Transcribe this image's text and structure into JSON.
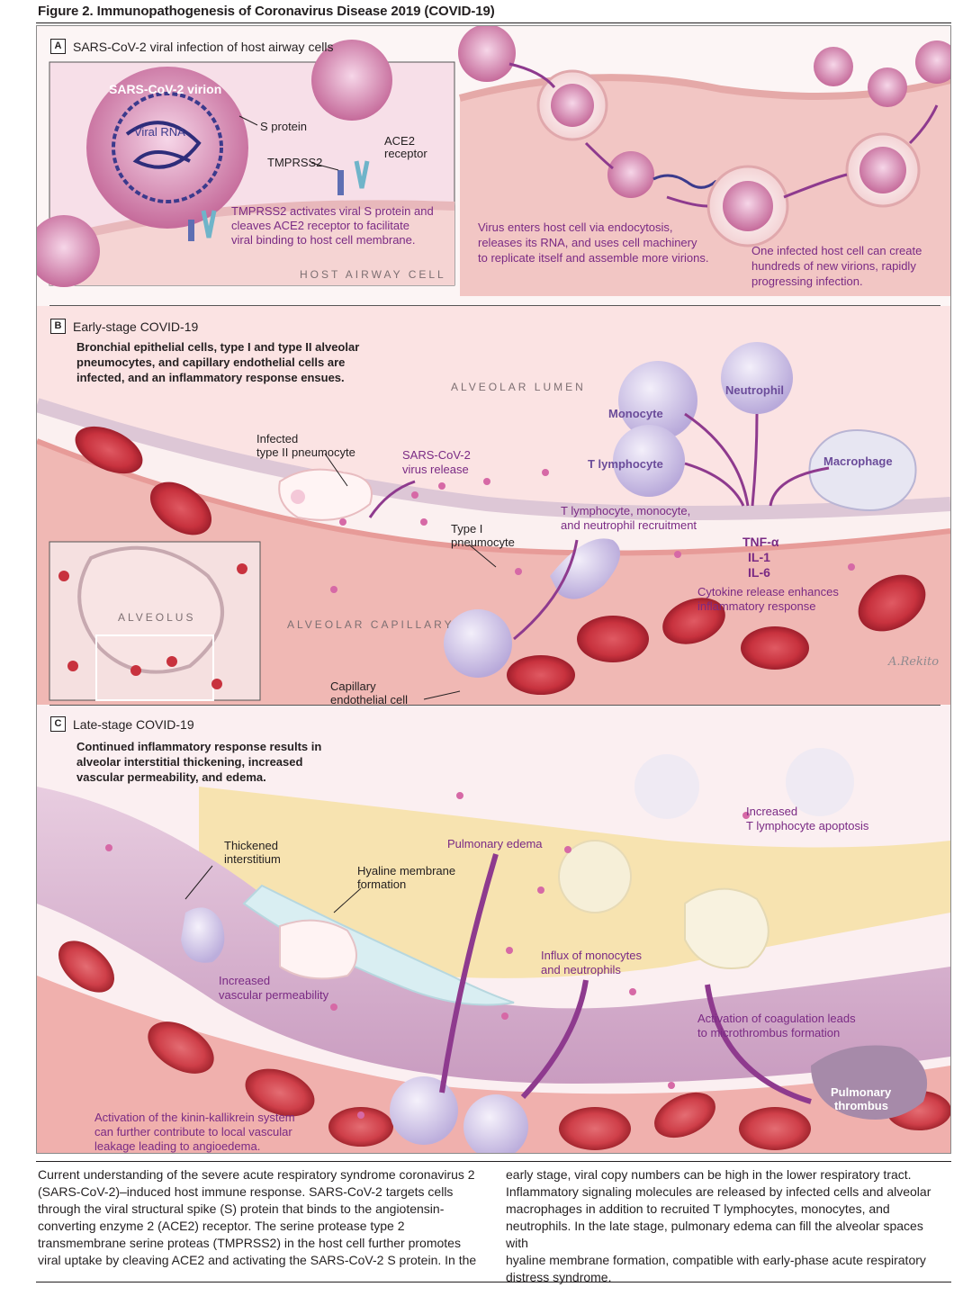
{
  "figure": {
    "title": "Figure 2. Immunopathogenesis of Coronavirus Disease 2019 (COVID-19)"
  },
  "panel_a": {
    "letter": "A",
    "title": "SARS-CoV-2 viral infection of host airway cells",
    "inset": {
      "virion": "SARS-CoV-2 virion",
      "viral_rna": "Viral RNA",
      "s_protein": "S protein",
      "tmprss2": "TMPRSS2",
      "ace2_line1": "ACE2",
      "ace2_line2": "receptor",
      "note_line1": "TMPRSS2 activates viral S protein and",
      "note_line2": "cleaves ACE2 receptor to facilitate",
      "note_line3": "viral binding to host cell membrane.",
      "host_cell": "HOST AIRWAY CELL"
    },
    "entry_line1": "Virus enters host cell via endocytosis,",
    "entry_line2": "releases its RNA, and uses cell machinery",
    "entry_line3": "to replicate itself and assemble more virions.",
    "spread_line1": "One infected host cell can create",
    "spread_line2": "hundreds of new virions, rapidly",
    "spread_line3": "progressing infection."
  },
  "panel_b": {
    "letter": "B",
    "title": "Early-stage COVID-19",
    "intro_line1": "Bronchial epithelial cells, type I and type II alveolar",
    "intro_line2": "pneumocytes, and capillary endothelial cells are",
    "intro_line3": "infected, and an inflammatory response ensues.",
    "lumen": "ALVEOLAR LUMEN",
    "monocyte": "Monocyte",
    "neutrophil": "Neutrophil",
    "t_lymphocyte": "T lymphocyte",
    "macrophage": "Macrophage",
    "infected_line1": "Infected",
    "infected_line2": "type II pneumocyte",
    "release_line1": "SARS-CoV-2",
    "release_line2": "virus release",
    "type1_line1": "Type I",
    "type1_line2": "pneumocyte",
    "recruit_line1": "T lymphocyte, monocyte,",
    "recruit_line2": "and neutrophil recruitment",
    "tnf": "TNF-α",
    "il1": "IL-1",
    "il6": "IL-6",
    "cytokine_line1": "Cytokine release enhances",
    "cytokine_line2": "inflammatory response",
    "alveolus": "ALVEOLUS",
    "capillary": "ALVEOLAR CAPILLARY",
    "endo_line1": "Capillary",
    "endo_line2": "endothelial cell",
    "signature": "A.Rekito"
  },
  "panel_c": {
    "letter": "C",
    "title": "Late-stage COVID-19",
    "intro_line1": "Continued inflammatory response results in",
    "intro_line2": "alveolar interstitial thickening, increased",
    "intro_line3": "vascular permeability, and edema.",
    "thick_line1": "Thickened",
    "thick_line2": "interstitium",
    "edema": "Pulmonary edema",
    "hyaline_line1": "Hyaline membrane",
    "hyaline_line2": "formation",
    "apop_line1": "Increased",
    "apop_line2": "T lymphocyte apoptosis",
    "perm_line1": "Increased",
    "perm_line2": "vascular permeability",
    "influx_line1": "Influx of monocytes",
    "influx_line2": "and neutrophils",
    "coag_line1": "Activation of coagulation leads",
    "coag_line2": "to microthrombus formation",
    "thrombus_line1": "Pulmonary",
    "thrombus_line2": "thrombus",
    "kinin_line1": "Activation of the kinin-kallikrein system",
    "kinin_line2": "can further contribute to local vascular",
    "kinin_line3": "leakage leading to angioedema."
  },
  "caption": {
    "left": [
      "Current understanding of the severe acute respiratory syndrome coronavirus 2",
      "(SARS-CoV-2)–induced host immune response. SARS-CoV-2 targets cells",
      "through the viral structural spike (S) protein that binds to the angiotensin-",
      "converting enzyme 2 (ACE2) receptor. The serine protease type 2",
      "transmembrane serine proteas (TMPRSS2) in the host cell further promotes",
      "viral uptake by cleaving ACE2 and activating the SARS-CoV-2 S protein. In the"
    ],
    "right": [
      "early stage, viral copy numbers can be high in the lower respiratory tract.",
      "Inflammatory signaling molecules are released by infected cells and alveolar",
      "macrophages in addition to recruited T lymphocytes, monocytes, and",
      "neutrophils. In the late stage, pulmonary edema can fill the alveolar spaces with",
      "hyaline membrane formation, compatible with early-phase acute respiratory",
      "distress syndrome."
    ]
  },
  "colors": {
    "virion": "#c56a9a",
    "tissue": "#f2c6c4",
    "rbc": "#c8323e",
    "label_purple": "#7a2a84",
    "immune_cell": "#cfc4e6",
    "edema": "#f7e3b0"
  }
}
